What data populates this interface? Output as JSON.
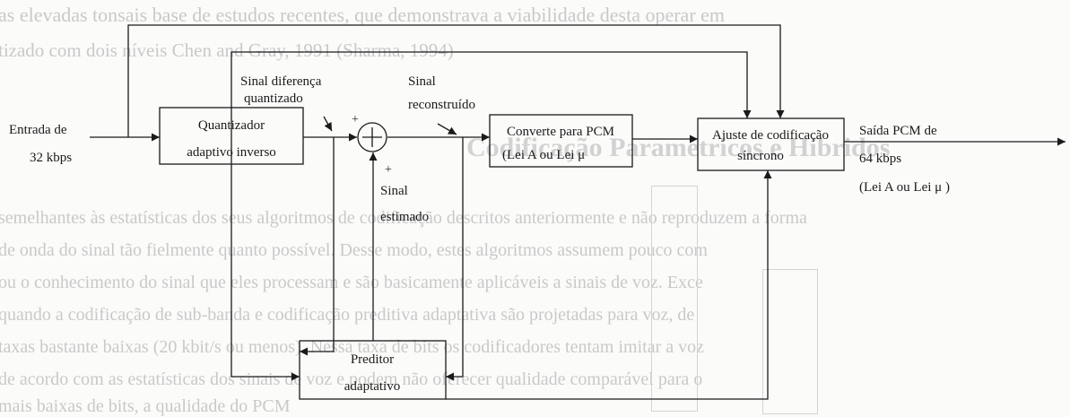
{
  "diagram": {
    "input_label": [
      "Entrada de",
      "32 kbps"
    ],
    "blocks": {
      "quantizer": [
        "Quantizador",
        "adaptivo inverso"
      ],
      "converter": [
        "Converte para PCM",
        "(Lei A ou Lei μ"
      ],
      "sync": [
        "Ajuste de codificação",
        "síncrono"
      ],
      "predictor": [
        "Preditor",
        "adaptativo"
      ]
    },
    "labels": {
      "diff_signal": [
        "Sinal diferença",
        "quantizado"
      ],
      "reconstructed": [
        "Sinal",
        "reconstruído"
      ],
      "estimated": [
        "Sinal",
        "estimado"
      ],
      "plus_top": "+",
      "plus_bottom": "+"
    },
    "output_label": [
      "Saída PCM de",
      "64 kbps",
      "(Lei A ou Lei μ )"
    ]
  },
  "background_text": {
    "lines": [
      "as elevadas tonsais base de estudos recentes, que demonstrava a viabilidade desta operar em",
      "tizado com dois níveis Chen and Gray, 1991 (Sharma, 1994)",
      "Codificação Paramétricos e Híbridos",
      "semelhantes às estatísticas dos seus algoritmos de codificação descritos anteriormente e não reproduzem a forma",
      "de onda do sinal tão fielmente quanto possível. Desse modo, estes algoritmos assumem pouco com",
      "ou o conhecimento do sinal que eles processam e são basicamente aplicáveis a sinais de voz. Exce",
      "quando a codificação de sub-banda e codificação preditiva adaptativa são projetadas para voz, de",
      "taxas bastante baixas (20 kbit/s ou menos). Nessa taxa de bits os codificadores tentam imitar a voz",
      "de acordo com as estatísticas dos sinais de voz e podem não oferecer qualidade comparável para o",
      "mais baixas de bits, a qualidade do PCM"
    ]
  }
}
